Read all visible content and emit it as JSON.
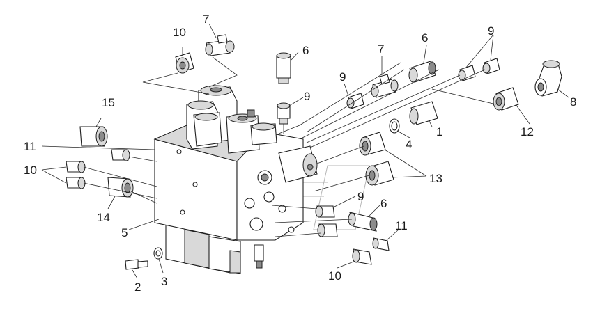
{
  "callouts": [
    {
      "id": "c1",
      "text": "1"
    },
    {
      "id": "c2",
      "text": "2"
    },
    {
      "id": "c3",
      "text": "3"
    },
    {
      "id": "c4",
      "text": "4"
    },
    {
      "id": "c5",
      "text": "5"
    },
    {
      "id": "c6a",
      "text": "6"
    },
    {
      "id": "c6b",
      "text": "6"
    },
    {
      "id": "c6c",
      "text": "6"
    },
    {
      "id": "c7a",
      "text": "7"
    },
    {
      "id": "c7b",
      "text": "7"
    },
    {
      "id": "c8",
      "text": "8"
    },
    {
      "id": "c9a",
      "text": "9"
    },
    {
      "id": "c9b",
      "text": "9"
    },
    {
      "id": "c9c",
      "text": "9"
    },
    {
      "id": "c9d",
      "text": "9"
    },
    {
      "id": "c10a",
      "text": "10"
    },
    {
      "id": "c10b",
      "text": "10"
    },
    {
      "id": "c10c",
      "text": "10"
    },
    {
      "id": "c11a",
      "text": "11"
    },
    {
      "id": "c11b",
      "text": "11"
    },
    {
      "id": "c12",
      "text": "12"
    },
    {
      "id": "c13",
      "text": "13"
    },
    {
      "id": "c14",
      "text": "14"
    },
    {
      "id": "c15",
      "text": "15"
    }
  ]
}
